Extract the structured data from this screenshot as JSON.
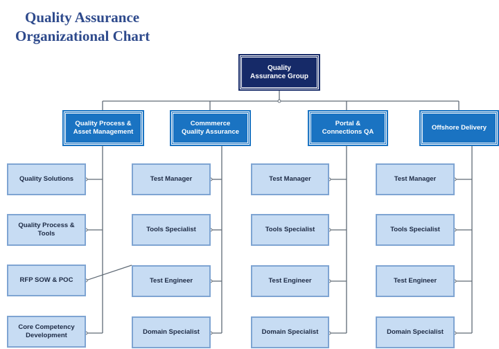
{
  "chart": {
    "title_line1": "Quality Assurance",
    "title_line2": "Organizational Chart"
  },
  "root": {
    "label": "Quality\nAssurance Group"
  },
  "departments": [
    {
      "label": "Quality Process &\nAsset Management",
      "children": [
        "Quality Solutions",
        "Quality Process &\nTools",
        "RFP SOW & POC",
        "Core Competency\nDevelopment"
      ]
    },
    {
      "label": "Commmerce\nQuality Assurance",
      "children": [
        "Test Manager",
        "Tools Specialist",
        "Test Engineer",
        "Domain Specialist"
      ]
    },
    {
      "label": "Portal &\nConnections QA",
      "children": [
        "Test Manager",
        "Tools Specialist",
        "Test Engineer",
        "Domain Specialist"
      ]
    },
    {
      "label": "Offshore Delivery",
      "children": [
        "Test Manager",
        "Tools Specialist",
        "Test Engineer",
        "Domain Specialist"
      ]
    }
  ],
  "colors": {
    "root_fill": "#162a68",
    "dept_fill": "#1a73c2",
    "leaf_fill": "#c7dcf3",
    "leaf_border": "#7ea4d2",
    "connector": "#5f6a75",
    "title": "#2e4a8c"
  }
}
